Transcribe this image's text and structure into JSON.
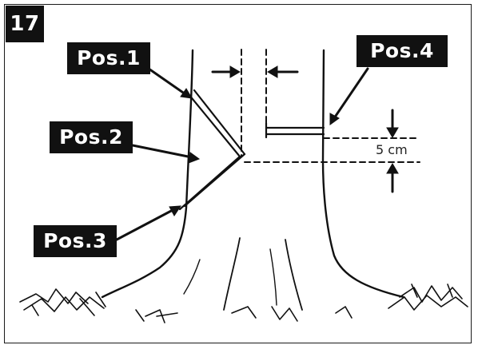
{
  "step_number": "17",
  "labels": {
    "pos1": "Pos.1",
    "pos2": "Pos.2",
    "pos3": "Pos.3",
    "pos4": "Pos.4"
  },
  "measurement": "5 cm",
  "colors": {
    "ink": "#111111",
    "label_bg": "#111111",
    "label_text": "#ffffff",
    "background": "#ffffff"
  }
}
